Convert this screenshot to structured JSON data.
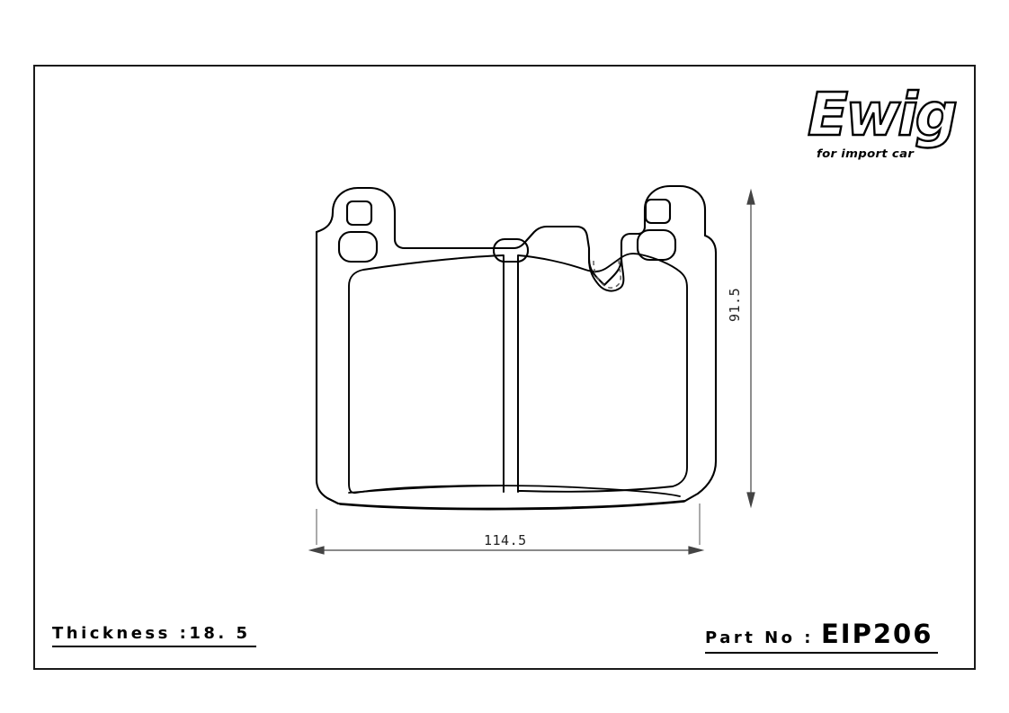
{
  "document": {
    "type": "brake-pad-technical-drawing",
    "background_color": "#ffffff",
    "line_color": "#000000",
    "frame_border_color": "#1a1a1a"
  },
  "brand": {
    "wordmark": "Ewig",
    "tagline": "for import car"
  },
  "dimensions": {
    "width": {
      "value": "114.5",
      "orientation": "horizontal",
      "arrow_style": "double-ended"
    },
    "height": {
      "value": "91.5",
      "orientation": "vertical",
      "arrow_style": "double-ended"
    }
  },
  "specs": {
    "thickness_label": "Thickness  :",
    "thickness_value": "18. 5",
    "partno_label": "Part  No  :",
    "partno_value": "EIP206"
  },
  "part_features": {
    "backing_plate_ears": 2,
    "square_holes": 2,
    "rounded_holes": 2,
    "center_hole": 1,
    "center_notch": "u-shaped-groove",
    "vertical_slot": 1,
    "bottom_chamfer": true
  }
}
